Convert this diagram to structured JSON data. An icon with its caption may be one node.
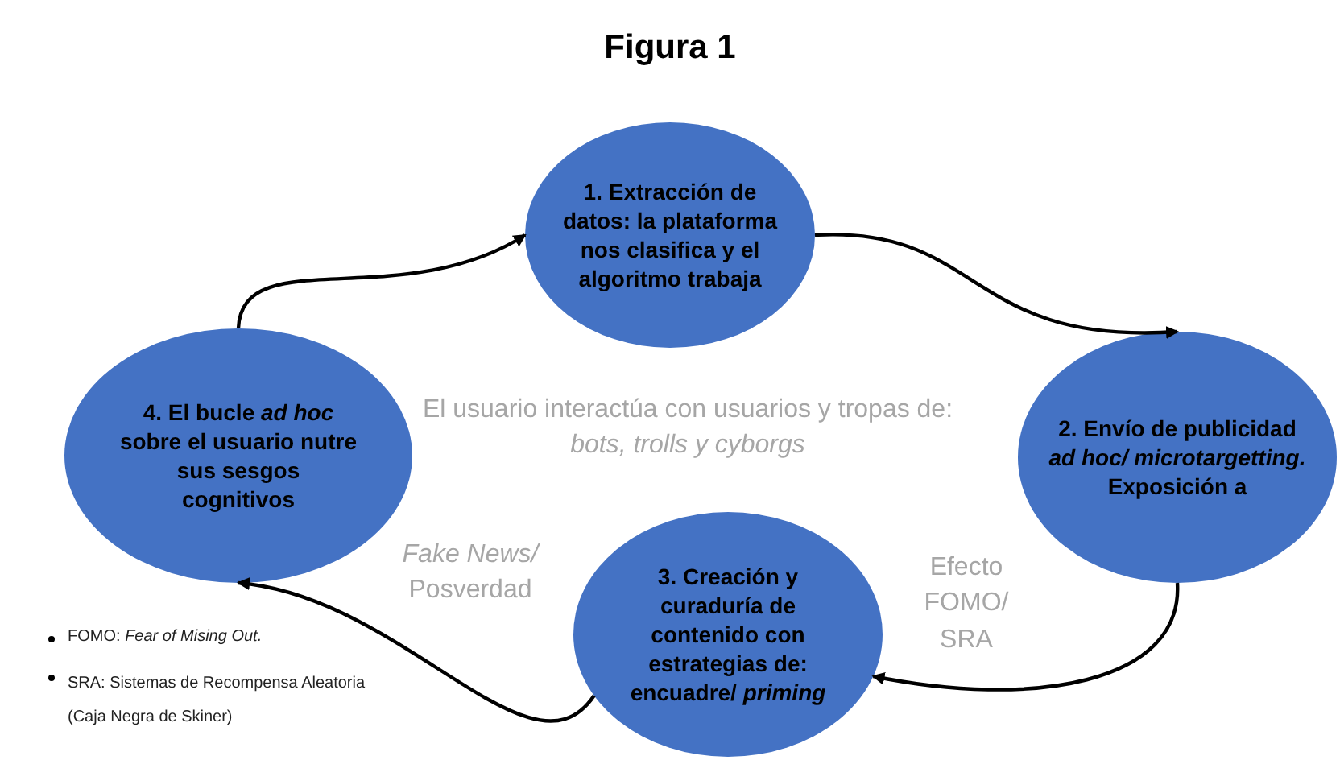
{
  "diagram": {
    "title": "Figura 1",
    "nodes": [
      {
        "text": [
          "1. Extracción de datos: la plataforma nos clasifica y el algoritmo trabaja"
        ]
      },
      {
        "text": [
          "2. Envío de publicidad *ad hoc/ microtargetting.* Exposición a"
        ]
      },
      {
        "text": [
          "3. Creación y curaduría de contenido con estrategias de: encuadre/ *priming*"
        ]
      },
      {
        "text": [
          "4. El bucle *ad hoc* sobre el usuario nutre sus sesgos cognitivos"
        ]
      }
    ],
    "edges": [
      {
        "from": 3,
        "to": 0,
        "arrow": "to"
      },
      {
        "from": 0,
        "to": 1,
        "arrow": "to"
      },
      {
        "from": 1,
        "to": 2,
        "arrow": "to",
        "label": "Efecto FOMO/ SRA"
      },
      {
        "from": 2,
        "to": 3,
        "arrow": "to",
        "label": "*Fake News/* Posverdad"
      }
    ],
    "labels": [
      "El usuario interactúa con usuarios y tropas de: *bots, trolls y cyborgs*",
      "FOMO: *Fear of Mising Out.*",
      "SRA: Sistemas de Recompensa Aleatoria (Caja Negra de Skiner)"
    ]
  }
}
